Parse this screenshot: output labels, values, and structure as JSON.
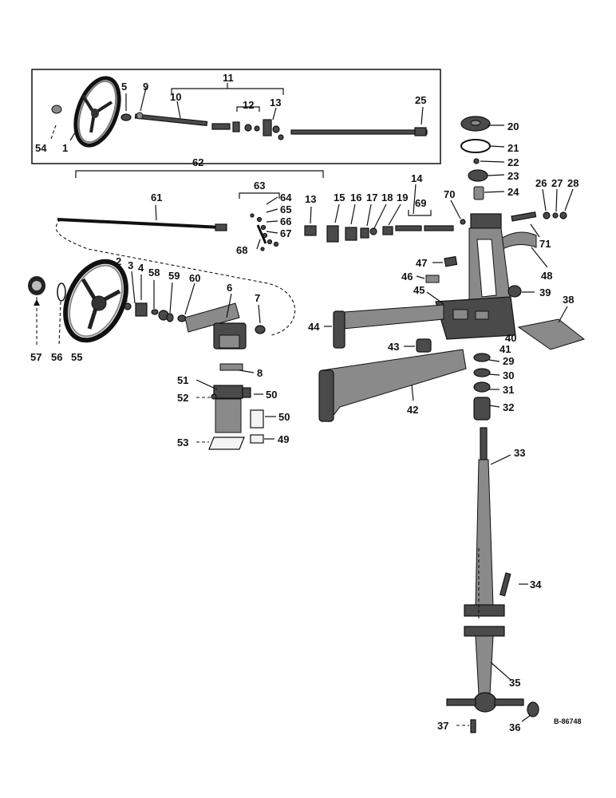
{
  "labels": {
    "l1": "1",
    "l2": "2",
    "l3": "3",
    "l4": "4",
    "l5": "5",
    "l6": "6",
    "l7": "7",
    "l8": "8",
    "l9": "9",
    "l10": "10",
    "l11": "11",
    "l12": "12",
    "l13a": "13",
    "l13b": "13",
    "l14": "14",
    "l15": "15",
    "l16": "16",
    "l17": "17",
    "l18": "18",
    "l19": "19",
    "l20": "20",
    "l21": "21",
    "l22": "22",
    "l23": "23",
    "l24": "24",
    "l25": "25",
    "l26": "26",
    "l27": "27",
    "l28": "28",
    "l29": "29",
    "l30": "30",
    "l31": "31",
    "l32": "32",
    "l33": "33",
    "l34": "34",
    "l35": "35",
    "l36": "36",
    "l37": "37",
    "l38": "38",
    "l39": "39",
    "l40": "40",
    "l41": "41",
    "l42": "42",
    "l43": "43",
    "l44": "44",
    "l45": "45",
    "l46": "46",
    "l47": "47",
    "l48": "48",
    "l49": "49",
    "l50a": "50",
    "l50b": "50",
    "l51": "51",
    "l52": "52",
    "l53": "53",
    "l54": "54",
    "l55": "55",
    "l56": "56",
    "l57": "57",
    "l58": "58",
    "l59": "59",
    "l60": "60",
    "l61": "61",
    "l62": "62",
    "l63": "63",
    "l64": "64",
    "l65": "65",
    "l66": "66",
    "l67": "67",
    "l68": "68",
    "l69": "69",
    "l70": "70",
    "l71": "71"
  },
  "drawing_number": "B-86748"
}
